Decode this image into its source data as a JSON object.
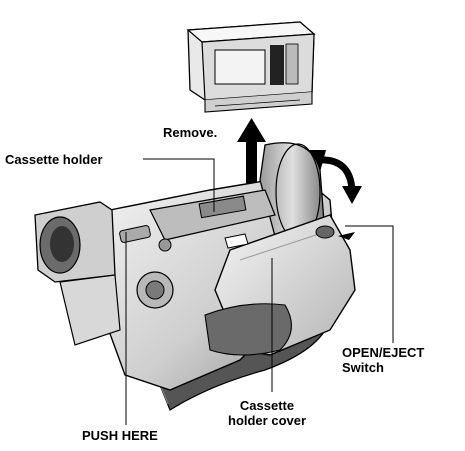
{
  "labels": {
    "remove": "Remove.",
    "cassette_holder": "Cassette holder",
    "open_eject_line1": "OPEN/EJECT",
    "open_eject_line2": "Switch",
    "cassette_cover_line1": "Cassette",
    "cassette_cover_line2": "holder cover",
    "push_here": "PUSH HERE"
  },
  "colors": {
    "line": "#000000",
    "body_light": "#e6e6e6",
    "body_mid": "#bdbdbd",
    "body_dark": "#7a7a7a",
    "strap": "#5a5a5a"
  }
}
